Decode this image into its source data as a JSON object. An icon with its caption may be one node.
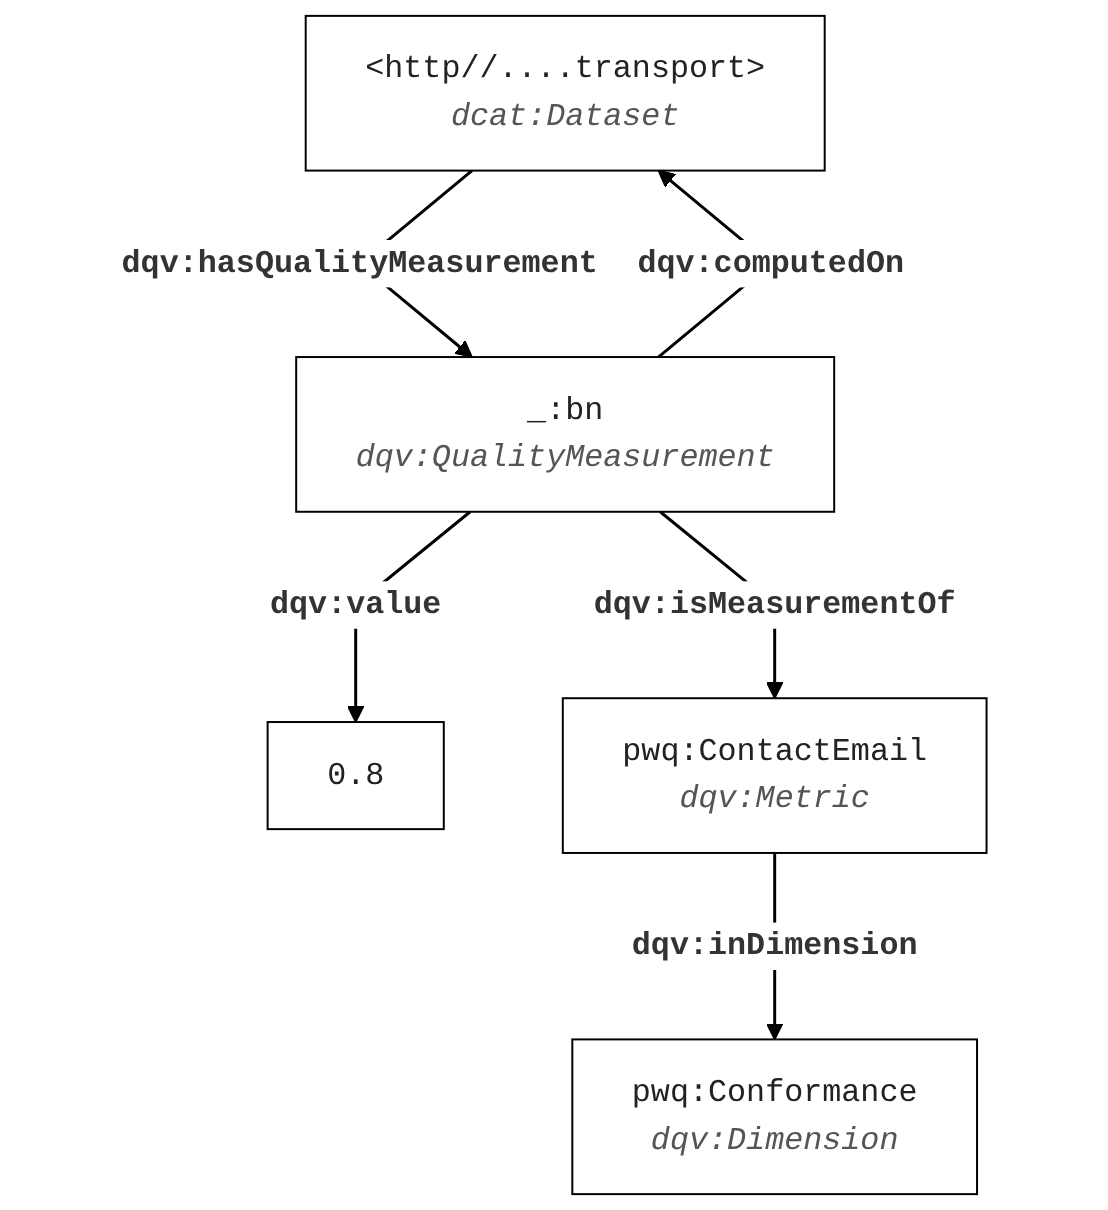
{
  "diagram": {
    "nodes": [
      {
        "text": [
          "<http//....transport>",
          "dcat:Dataset"
        ]
      },
      {
        "text": [
          "_:bn",
          "dqv:QualityMeasurement"
        ]
      },
      {
        "text": [
          "0.8"
        ]
      },
      {
        "text": [
          "pwq:ContactEmail",
          "dqv:Metric"
        ]
      },
      {
        "text": [
          "pwq:Conformance",
          "dqv:Dimension"
        ]
      }
    ],
    "edges": [
      {
        "from": 0,
        "to": 1,
        "arrow": "to",
        "label": "dqv:hasQualityMeasurement"
      },
      {
        "from": 1,
        "to": 0,
        "arrow": "to",
        "label": "dqv:computedOn"
      },
      {
        "from": 1,
        "to": 2,
        "arrow": "to",
        "label": "dqv:value"
      },
      {
        "from": 1,
        "to": 3,
        "arrow": "to",
        "label": "dqv:isMeasurementOf"
      },
      {
        "from": 3,
        "to": 4,
        "arrow": "to",
        "label": "dqv:inDimension"
      }
    ]
  }
}
